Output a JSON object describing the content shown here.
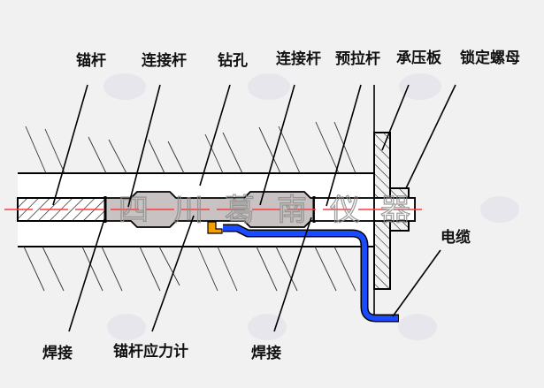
{
  "diagram": {
    "title": "锚杆应力计安装示意图",
    "labels_top": [
      "锚杆",
      "连接杆",
      "钻孔",
      "连接杆",
      "预拉杆",
      "承压板",
      "锁定螺母"
    ],
    "labels_bottom": [
      "焊接",
      "锚杆应力计",
      "焊接"
    ],
    "label_right": "电缆",
    "watermark_text": [
      "四",
      "川",
      "葛",
      "南",
      "仪",
      "器"
    ],
    "colors": {
      "background": "#f1f1f1",
      "line": "#000000",
      "rod_fill": "#c8c2c2",
      "axis_line": "#ff3b3b",
      "cable": "#1a4cff",
      "sensor_tab": "#f0a000",
      "borehole_fill": "#ffffff"
    }
  }
}
